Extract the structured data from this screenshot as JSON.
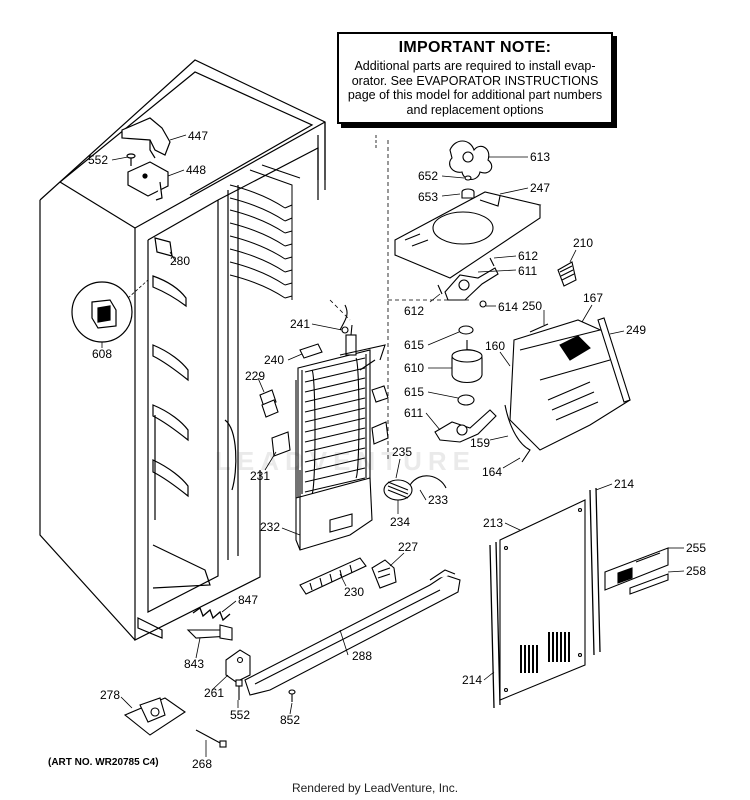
{
  "note": {
    "title": "IMPORTANT NOTE:",
    "lines": [
      "Additional parts are required to install evap-",
      "orator.  See EVAPORATOR INSTRUCTIONS",
      "page of this model for additional part numbers",
      "and replacement options"
    ]
  },
  "art_number": "(ART NO. WR20785 C4)",
  "footer": "Rendered by LeadVenture, Inc.",
  "watermark": "LEADVENTURE",
  "callouts": {
    "p447": "447",
    "p552a": "552",
    "p448": "448",
    "p280": "280",
    "p608": "608",
    "p241": "241",
    "p240": "240",
    "p229": "229",
    "p231": "231",
    "p232": "232",
    "p613": "613",
    "p652": "652",
    "p653": "653",
    "p247": "247",
    "p210": "210",
    "p612a": "612",
    "p611a": "611",
    "p612b": "612",
    "p614": "614",
    "p250": "250",
    "p167": "167",
    "p249": "249",
    "p615a": "615",
    "p160": "160",
    "p610": "610",
    "p615b": "615",
    "p611b": "611",
    "p159": "159",
    "p164": "164",
    "p235": "235",
    "p233": "233",
    "p234": "234",
    "p214a": "214",
    "p213": "213",
    "p255": "255",
    "p258": "258",
    "p227": "227",
    "p230": "230",
    "p847": "847",
    "p843": "843",
    "p288": "288",
    "p261": "261",
    "p552b": "552",
    "p852": "852",
    "p214b": "214",
    "p278": "278",
    "p268": "268"
  }
}
